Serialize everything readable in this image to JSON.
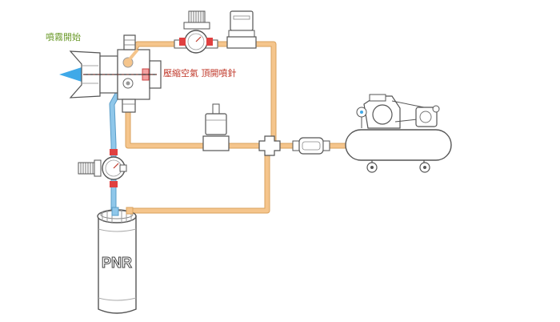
{
  "labels": {
    "spray_start": "噴霧開始",
    "compressed_air": "壓縮空氣 頂開噴針",
    "tank": "PNR"
  },
  "colors": {
    "air_line": "#f5c58c",
    "air_line_edge": "#d9a25e",
    "liquid_line": "#8fc7ea",
    "liquid_line_edge": "#5a9cc7",
    "label_green": "#6b9a2a",
    "label_red": "#c0392b",
    "spray": "#3fa9e8",
    "regulator_knob": "#e04040"
  },
  "icons": [
    "spray-nozzle-icon",
    "pressure-regulator-icon",
    "solenoid-valve-icon",
    "cross-fitting-icon",
    "inline-filter-icon",
    "air-compressor-icon",
    "pressure-tank-icon"
  ]
}
